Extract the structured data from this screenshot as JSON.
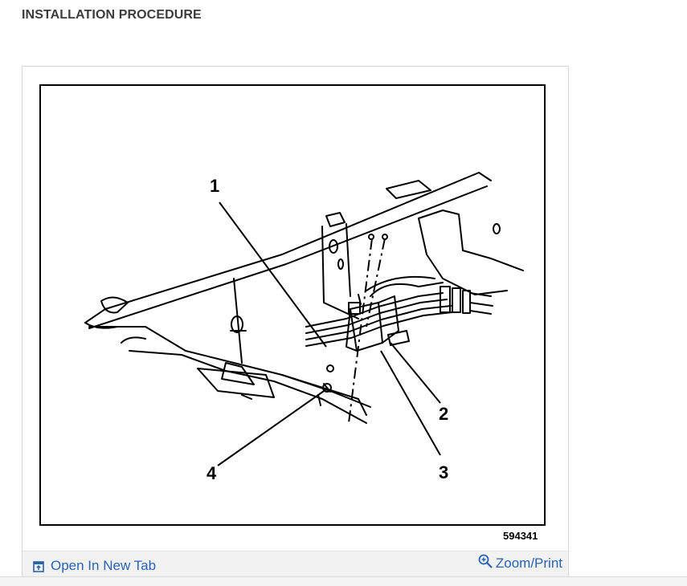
{
  "page": {
    "title": "INSTALLATION PROCEDURE"
  },
  "figure": {
    "number": "594341",
    "callouts": [
      "1",
      "2",
      "3",
      "4"
    ]
  },
  "toolbar": {
    "open_tab_label": "Open In New Tab",
    "zoom_label": "Zoom/Print"
  },
  "colors": {
    "link": "#2a62b3",
    "toolbar_bg": "#f2f2f2",
    "title": "#3c3c3c"
  },
  "icons": {
    "open_tab": "open-in-new-tab-icon",
    "zoom": "zoom-magnifier-icon"
  }
}
